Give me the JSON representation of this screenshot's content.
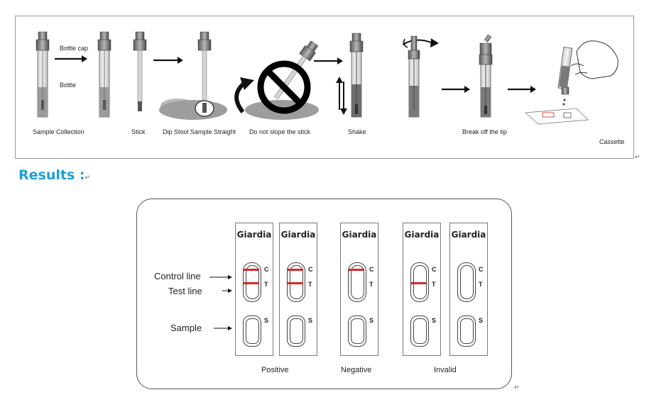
{
  "procedure": {
    "labels": {
      "bottle_cap": "Bottle cap",
      "bottle": "Bottle",
      "sample_collection": "Sample Collection",
      "stick": "Stick",
      "dip": "Dip Stool Sample Straight",
      "no_slope": "Do not slope the stick",
      "shake": "Shake",
      "break_tip": "Break off the tip",
      "cassette": "Cassette"
    }
  },
  "results": {
    "heading": "Results :",
    "row_labels": {
      "control_line": "Control line",
      "test_line": "Test line",
      "sample": "Sample"
    },
    "brand": "Giardia",
    "markers": {
      "c": "C",
      "t": "T",
      "s": "S"
    },
    "groups": {
      "positive": "Positive",
      "negative": "Negative",
      "invalid": "Invalid"
    },
    "line_color": "#d12a2a"
  }
}
